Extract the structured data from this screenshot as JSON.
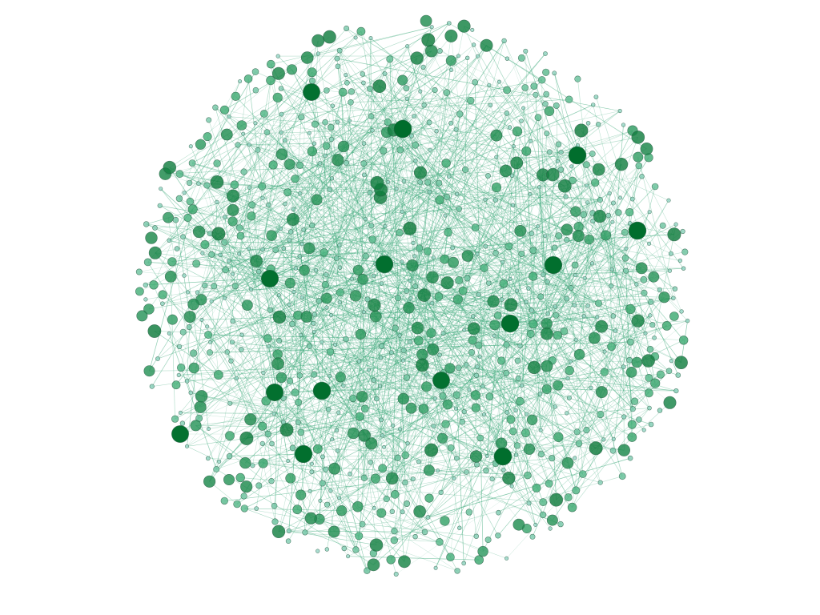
{
  "diagram": {
    "type": "network-graph",
    "layout": "force-directed-circle",
    "node_count": 900,
    "hub_count": 14,
    "background": "#ffffff",
    "colors": {
      "edge": "#41ab7d",
      "node_light": "#99d8c9",
      "node_mid": "#41ae76",
      "node_dark": "#006d2c",
      "node_stroke": "#2a5d45"
    }
  }
}
